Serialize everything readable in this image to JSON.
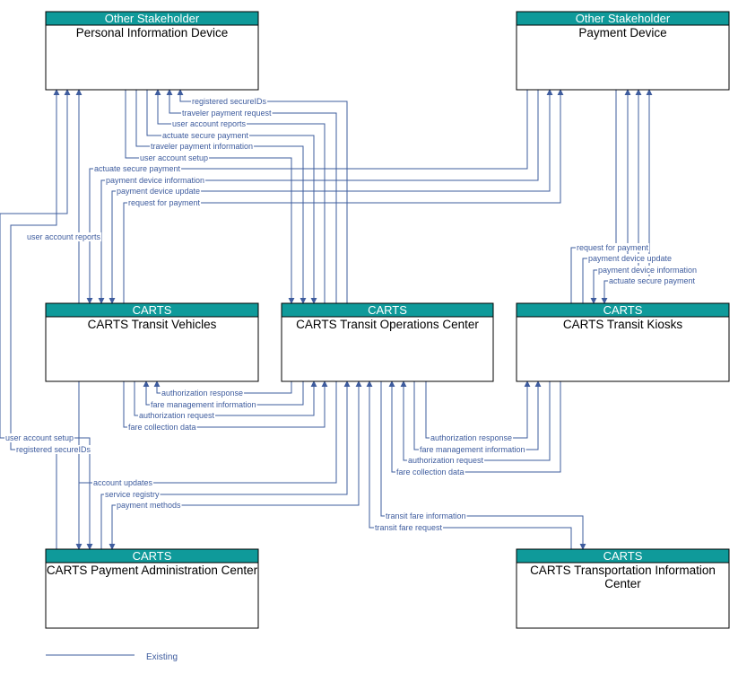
{
  "nodes": [
    {
      "id": "pid",
      "category": "Other Stakeholder",
      "name": [
        "Personal Information Device"
      ]
    },
    {
      "id": "pd",
      "category": "Other Stakeholder",
      "name": [
        "Payment Device"
      ]
    },
    {
      "id": "veh",
      "category": "CARTS",
      "name": [
        "CARTS Transit Vehicles"
      ]
    },
    {
      "id": "toc",
      "category": "CARTS",
      "name": [
        "CARTS Transit Operations Center"
      ]
    },
    {
      "id": "kiosk",
      "category": "CARTS",
      "name": [
        "CARTS Transit Kiosks"
      ]
    },
    {
      "id": "pac",
      "category": "CARTS",
      "name": [
        "CARTS Payment Administration Center"
      ]
    },
    {
      "id": "tic",
      "category": "CARTS",
      "name": [
        "CARTS Transportation Information",
        "Center"
      ]
    }
  ],
  "flows": [
    {
      "label": "registered secureIDs"
    },
    {
      "label": "traveler payment request"
    },
    {
      "label": "user account reports"
    },
    {
      "label": "actuate secure payment"
    },
    {
      "label": "traveler payment information"
    },
    {
      "label": "user account setup"
    },
    {
      "label": "actuate secure payment"
    },
    {
      "label": "payment device information"
    },
    {
      "label": "payment device update"
    },
    {
      "label": "request for payment"
    },
    {
      "label": "user account reports"
    },
    {
      "label": "request for payment"
    },
    {
      "label": "payment device update"
    },
    {
      "label": "payment device information"
    },
    {
      "label": "actuate secure payment"
    },
    {
      "label": "authorization response"
    },
    {
      "label": "fare management information"
    },
    {
      "label": "authorization request"
    },
    {
      "label": "fare collection data"
    },
    {
      "label": "authorization response"
    },
    {
      "label": "fare management information"
    },
    {
      "label": "authorization request"
    },
    {
      "label": "fare collection data"
    },
    {
      "label": "user account setup"
    },
    {
      "label": "registered secureIDs"
    },
    {
      "label": "account updates"
    },
    {
      "label": "service registry"
    },
    {
      "label": "payment methods"
    },
    {
      "label": "transit fare information"
    },
    {
      "label": "transit fare request"
    }
  ],
  "legend": {
    "existing_label": "Existing"
  },
  "colors": {
    "header": "#0f9a9a",
    "flow": "#3e5c9e"
  }
}
